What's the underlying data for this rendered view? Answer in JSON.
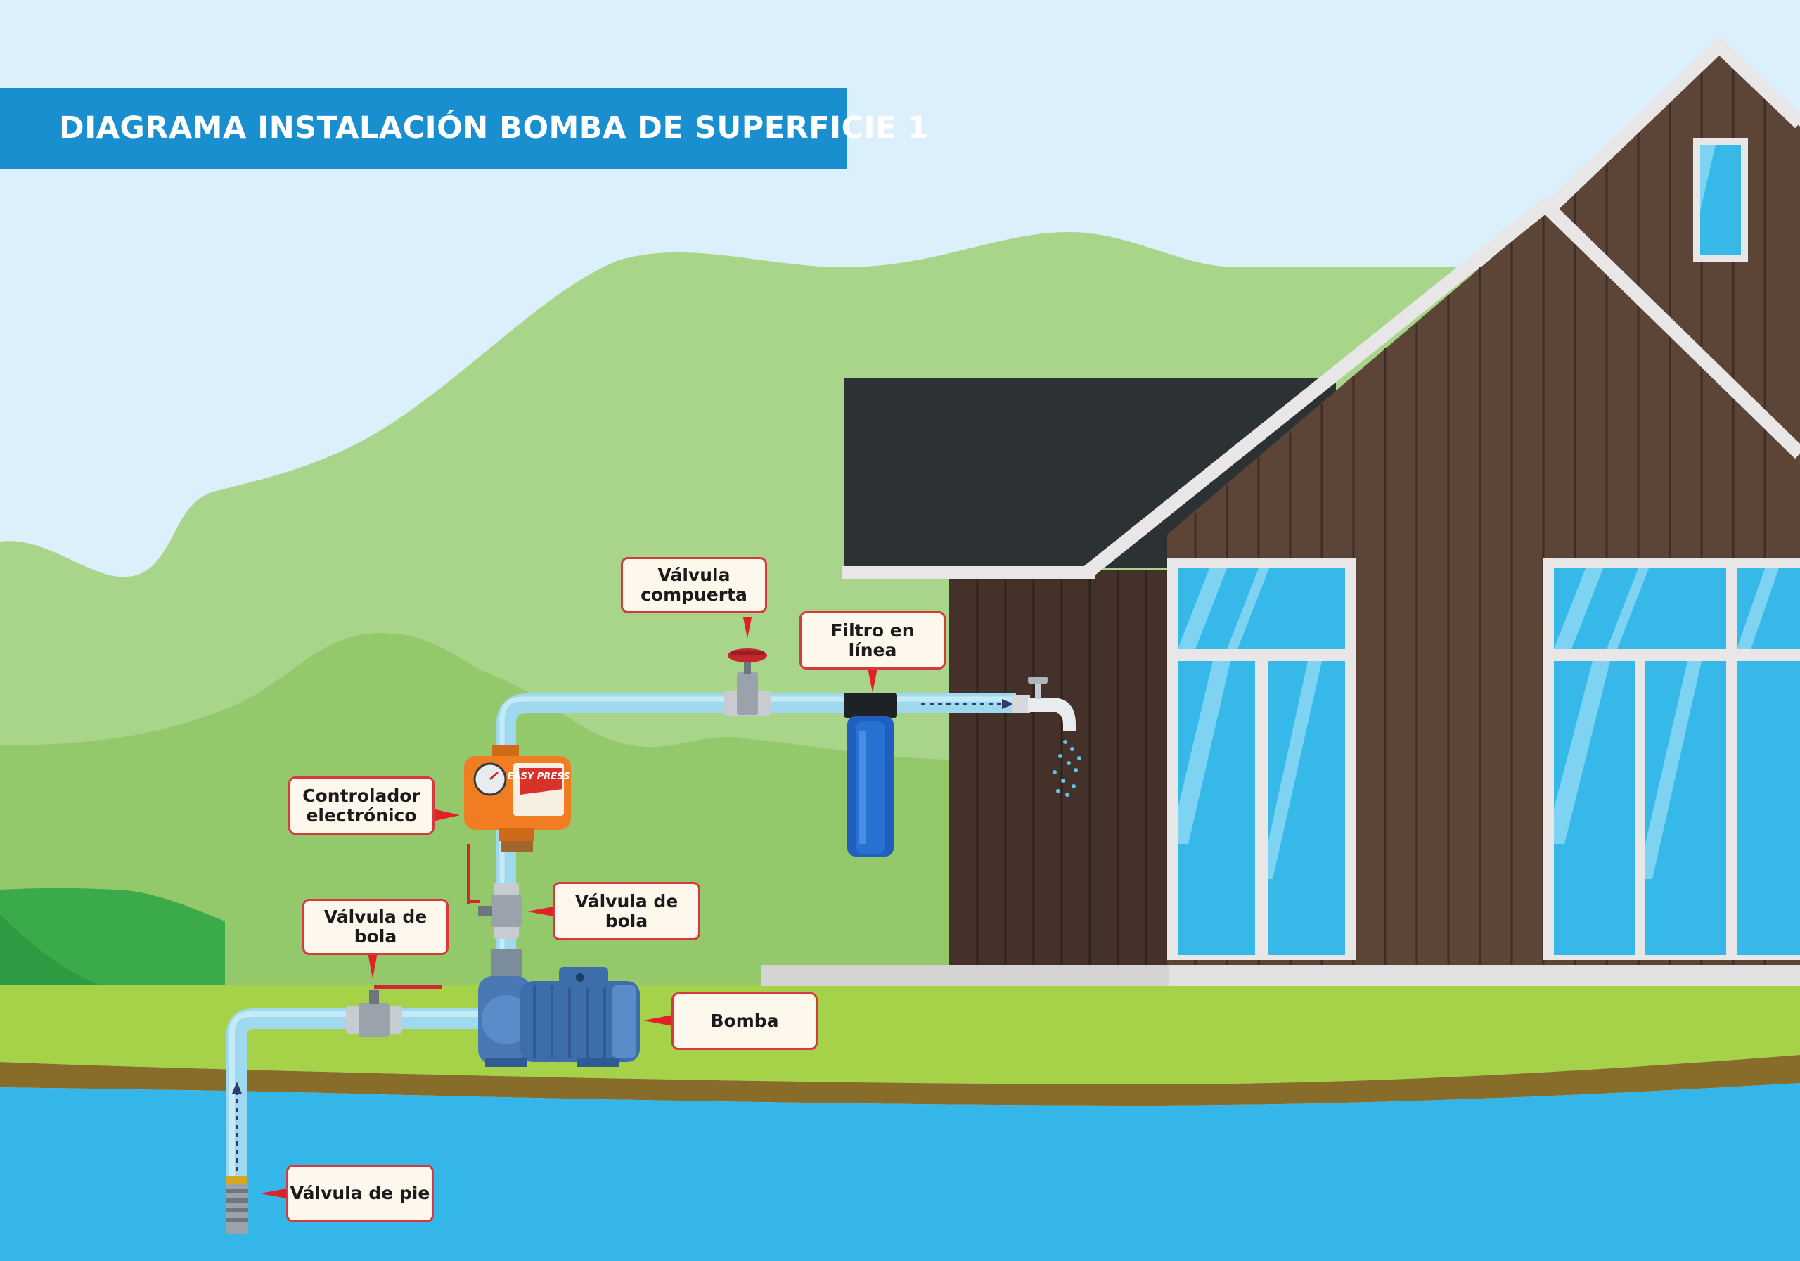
{
  "title": "DIAGRAMA INSTALACIÓN BOMBA DE SUPERFICIE 1",
  "controller_brand": "EASY PRESS",
  "labels": {
    "valvula_compuerta": "Válvula\ncompuerta",
    "filtro_en_linea": "Filtro en\nlínea",
    "controlador": "Controlador\nelectrónico",
    "valvula_bola_right": "Válvula de bola",
    "valvula_bola_left": "Válvula de bola",
    "bomba": "Bomba",
    "valvula_pie": "Válvula de pie"
  },
  "colors": {
    "sky": "#dbf0fb",
    "title_bar": "#1a8fd0",
    "callout_border": "#d63a3f",
    "pointer": "#e2202a",
    "pipe": "#9fd9f0",
    "water": "#35b6e8",
    "house_wall": "#5c4437",
    "roof": "#2c3133",
    "glass": "#36b9e9"
  }
}
